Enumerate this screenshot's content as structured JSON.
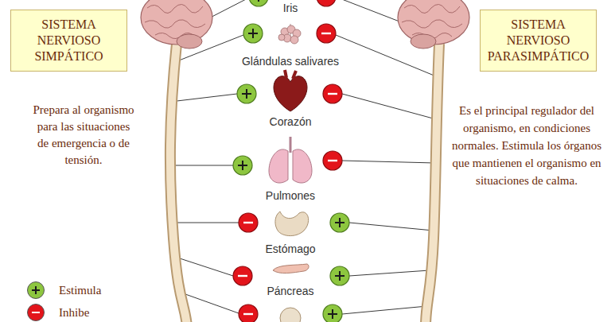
{
  "diagram": {
    "nodes": [
      {
        "text": [
          "SISTEMA NERVIOSO SIMPÁTICO"
        ]
      },
      {
        "text": [
          "SISTEMA NERVIOSO PARASIMPÁTICO"
        ]
      }
    ],
    "labels": [
      "Iris",
      "Prepara al organismo para las situaciones de emergencia o de tensión.",
      "Glándulas salivares",
      "Corazón",
      "Es el principal regulador del organismo, en condiciones normales. Estimula los órganos que mantienen el organismo en situaciones de calma.",
      "Pulmones",
      "Estómago",
      "Páncreas"
    ],
    "legend": [
      {
        "text": "Estimula",
        "color": "#8dc63f"
      },
      {
        "text": "Inhibe",
        "color": "#e3141b"
      }
    ]
  }
}
